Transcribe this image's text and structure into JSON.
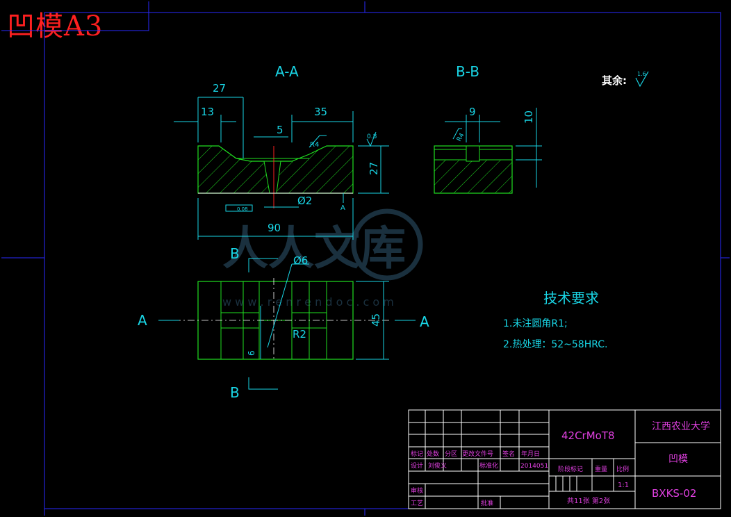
{
  "sheet": {
    "tag": "凹模A3",
    "surface_note_label": "其余:",
    "surface_note_value": "1.6",
    "watermark_text": "人人文库",
    "watermark_url": "w w w . r e n r e n d o c . c o m"
  },
  "views": {
    "section_aa": "A-A",
    "section_bb": "B-B",
    "cut_a_left": "A",
    "cut_a_right": "A",
    "cut_b_top": "B",
    "cut_b_bottom": "B"
  },
  "dimensions": {
    "d27": "27",
    "d13": "13",
    "d35": "35",
    "d5": "5",
    "d90": "90",
    "d27v": "27",
    "phi2": "Ø2",
    "r4a": "R4",
    "ra08": "0.8",
    "d9": "9",
    "d10": "10",
    "r4b": "R4",
    "phi6": "Ø6",
    "r2": "R2",
    "d6": "6",
    "d45": "45",
    "datum_a": "A",
    "flatness": "0.08"
  },
  "tech_requirements": {
    "title": "技术要求",
    "item1": "1.未注圆角R1;",
    "item2": "2.热处理：52~58HRC."
  },
  "title_block": {
    "material": "42CrMoT8",
    "school": "江西农业大学",
    "part_name": "凹模",
    "drawing_no": "BXKS-02",
    "h_mark": "标记",
    "h_count": "处数",
    "h_zone": "分区",
    "h_doc": "更改文件号",
    "h_sign": "签名",
    "h_date": "年月日",
    "design_label": "设计",
    "designer": "刘俊义",
    "std_label": "标准化",
    "date": "2014051",
    "stage_label": "阶段标记",
    "weight_label": "重量",
    "scale_label": "比例",
    "scale": "1:1",
    "review_label": "审核",
    "process_label": "工艺",
    "approve_label": "批准",
    "sheets": "共11张 第2张"
  },
  "colors": {
    "frame": "#2a2aff",
    "dim": "#19d6e6",
    "part": "#20e020",
    "table": "#e040e0",
    "tag": "#ff2020",
    "center": "#ff2020"
  }
}
